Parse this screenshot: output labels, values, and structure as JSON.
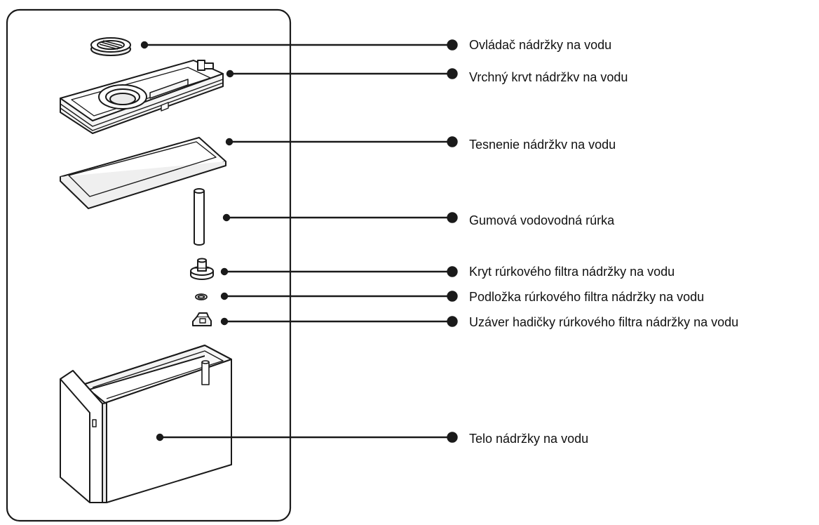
{
  "diagram": {
    "colors": {
      "stroke": "#1a1a1a",
      "text": "#111111",
      "background": "#ffffff"
    },
    "parts": [
      {
        "key": "knob",
        "icon": "tank-knob-icon",
        "label": "Ovládač nádržky na vodu"
      },
      {
        "key": "top_cover",
        "icon": "tank-top-cover-icon",
        "label": "Vrchný krvt nádržkv na vodu"
      },
      {
        "key": "seal",
        "icon": "tank-seal-icon",
        "label": "Tesnenie nádržkv na vodu"
      },
      {
        "key": "rubber_tube",
        "icon": "rubber-tube-icon",
        "label": "Gumová vodovodná rúrka"
      },
      {
        "key": "filter_cover",
        "icon": "filter-cover-icon",
        "label": "Kryt rúrkového filtra nádržky na vodu"
      },
      {
        "key": "filter_washer",
        "icon": "filter-washer-icon",
        "label": "Podložka rúrkového filtra nádržky na vodu"
      },
      {
        "key": "hose_cap",
        "icon": "hose-cap-icon",
        "label": "Uzáver hadičky rúrkového filtra nádržky na vodu"
      },
      {
        "key": "tank_body",
        "icon": "tank-body-icon",
        "label": "Telo nádržky na vodu"
      }
    ]
  }
}
